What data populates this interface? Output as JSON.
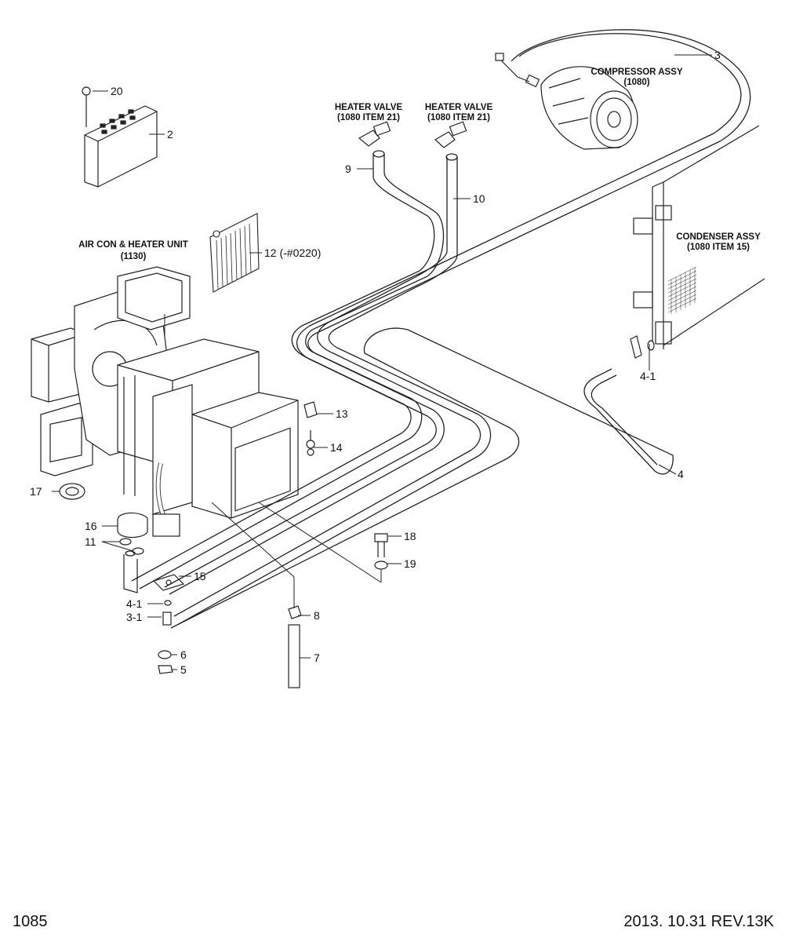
{
  "page": {
    "number": "1085",
    "revision": "2013. 10.31  REV.13K"
  },
  "assemblies": {
    "compressor": {
      "name": "COMPRESSOR ASSY",
      "ref": "(1080)"
    },
    "heater_valve_left": {
      "name": "HEATER VALVE",
      "ref": "(1080 ITEM 21)"
    },
    "heater_valve_right": {
      "name": "HEATER VALVE",
      "ref": "(1080 ITEM 21)"
    },
    "condenser": {
      "name": "CONDENSER ASSY",
      "ref": "(1080 ITEM 15)"
    },
    "aircon_unit": {
      "name": "AIR CON & HEATER UNIT",
      "ref": "(1130)"
    }
  },
  "callouts": {
    "c20": "20",
    "c2": "2",
    "c3": "3",
    "c9": "9",
    "c10": "10",
    "c12": "12 (-#0220)",
    "c4_1_top": "4-1",
    "c13": "13",
    "c14": "14",
    "c17": "17",
    "c4": "4",
    "c16": "16",
    "c11": "11",
    "c18": "18",
    "c19": "19",
    "c15": "15",
    "c4_1_bottom": "4-1",
    "c3_1": "3-1",
    "c8": "8",
    "c6": "6",
    "c5": "5",
    "c7": "7"
  }
}
